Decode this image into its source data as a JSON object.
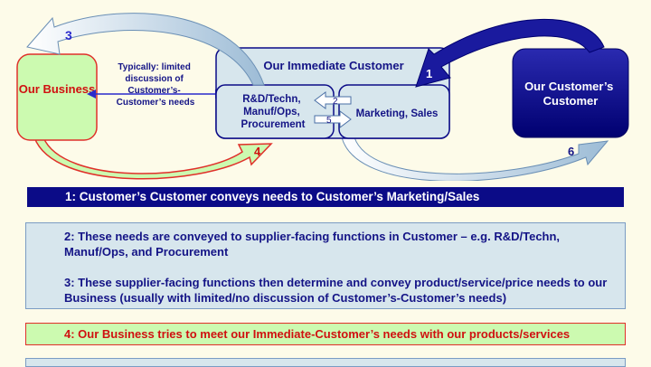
{
  "diagram": {
    "nodes": {
      "our_business": "Our Business",
      "immediate_customer": "Our Immediate Customer",
      "rd_box": [
        "R&D/Techn,",
        "Manuf/Ops,",
        "Procurement"
      ],
      "marketing_box": "Marketing, Sales",
      "customers_customer": [
        "Our Customer’s",
        "Customer"
      ]
    },
    "note": [
      "Typically: limited",
      "discussion of",
      "Customer’s-",
      "Customer’s needs"
    ],
    "arrow_numbers": [
      "1",
      "2",
      "3",
      "4",
      "5",
      "6"
    ],
    "colors": {
      "background": "#fdfbe9",
      "navy": "#0b0b87",
      "light_blue": "#d7e6ed",
      "green_fill": "#ccfab0",
      "red": "#e0302a"
    }
  },
  "steps": {
    "step1": "1: Customer’s Customer conveys needs to Customer’s Marketing/Sales",
    "step2": "2: These needs are conveyed to supplier-facing functions in Customer – e.g. R&D/Techn, Manuf/Ops, and Procurement",
    "step3": "3: These supplier-facing functions then determine and convey product/service/price needs to our Business (usually with limited/no discussion of Customer’s-Customer’s needs)",
    "step4": "4: Our Business tries to meet our Immediate-Customer’s needs with our products/services"
  }
}
